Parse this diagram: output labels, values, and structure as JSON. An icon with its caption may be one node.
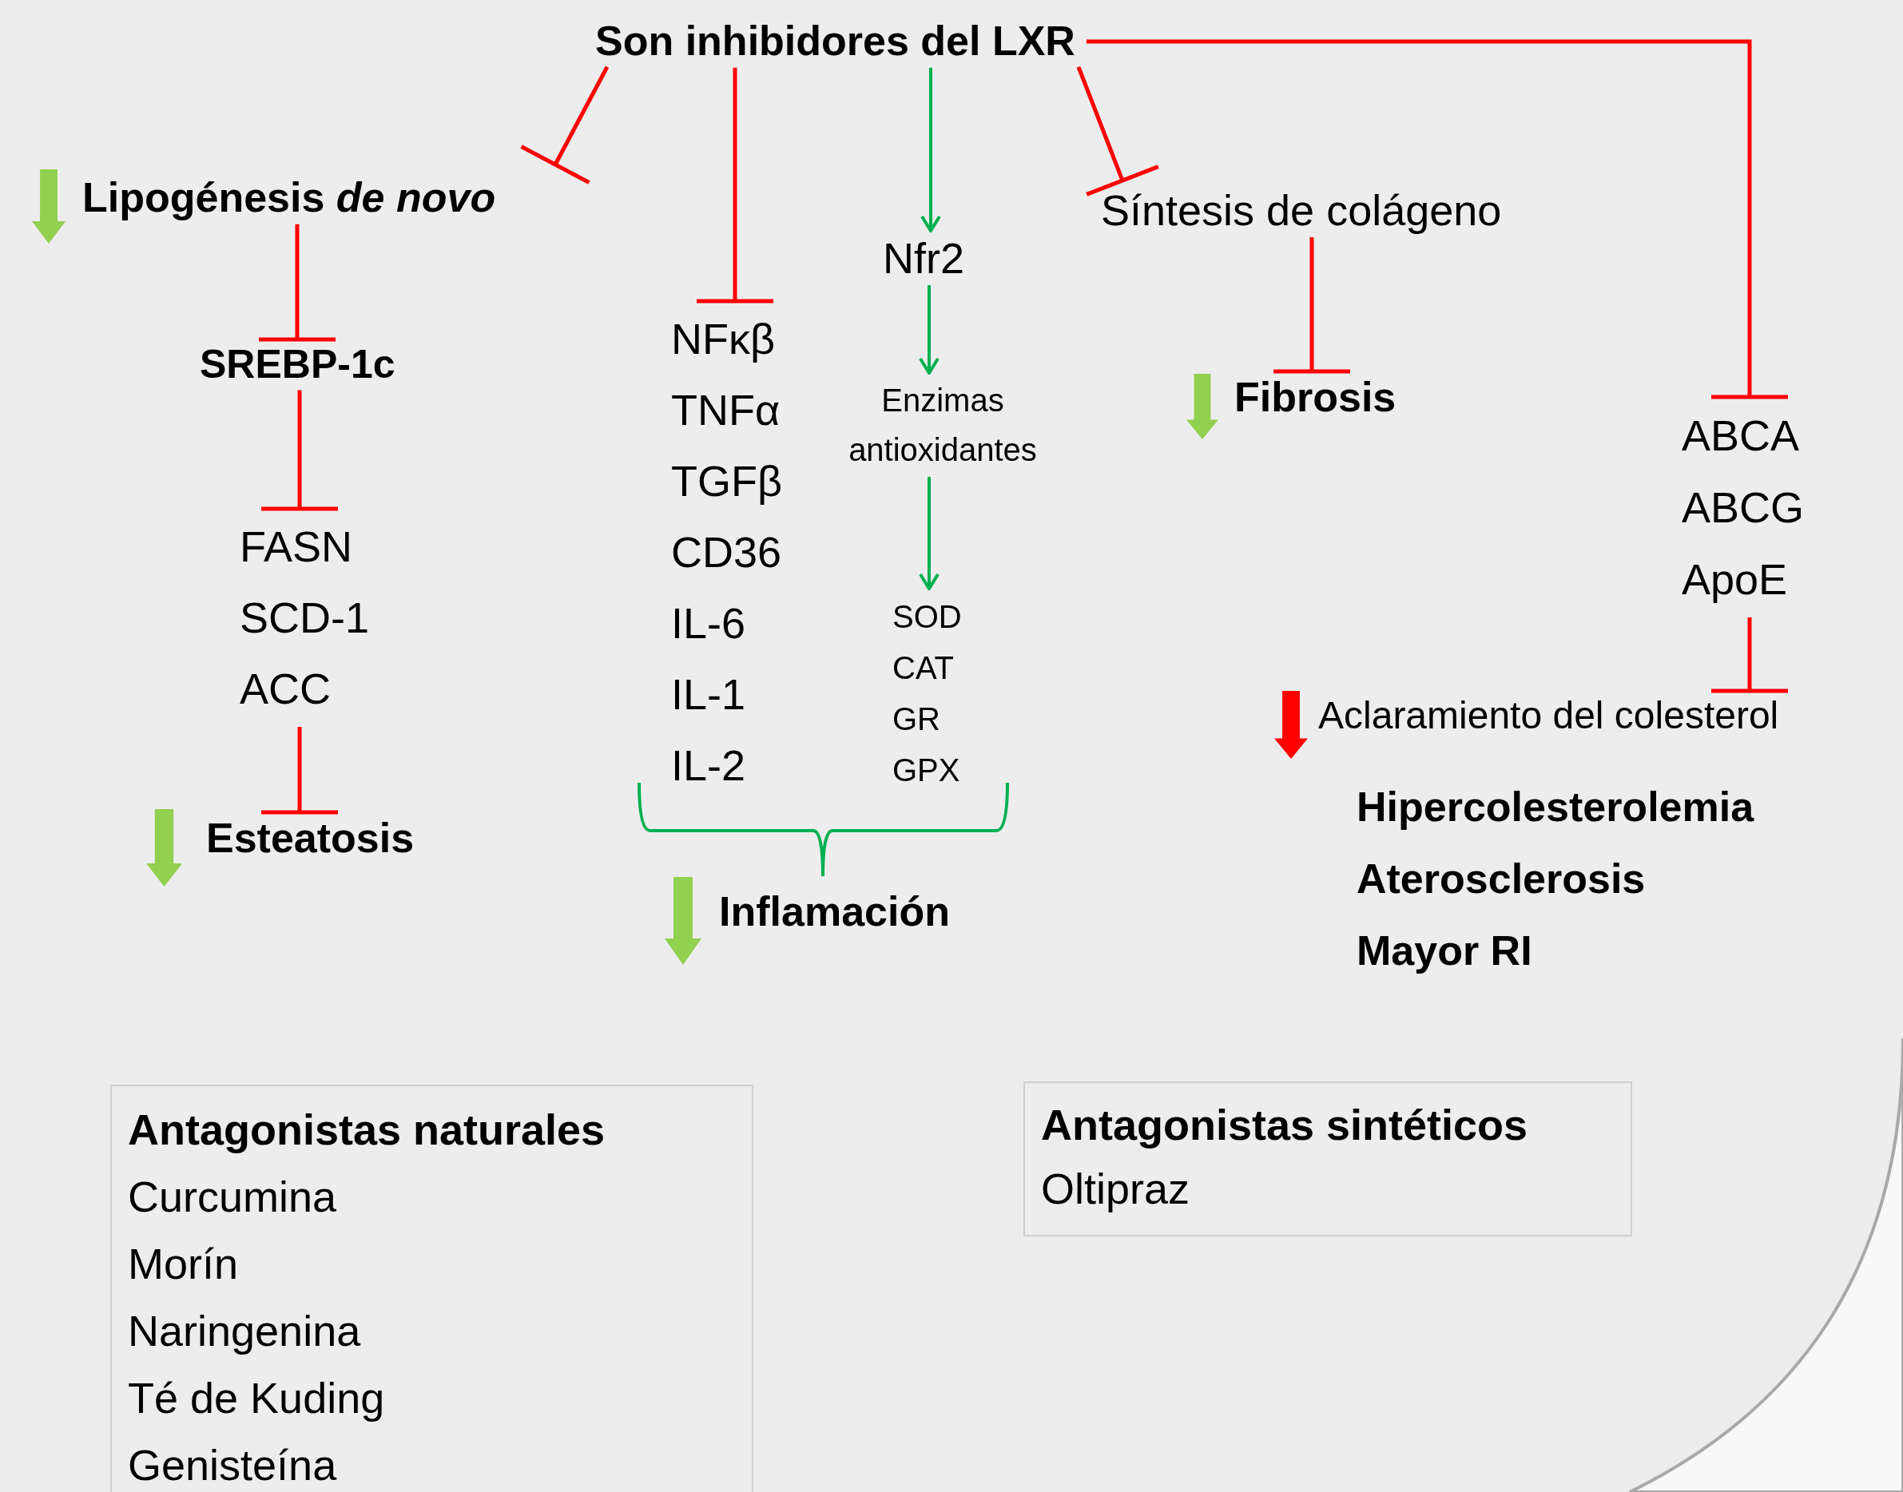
{
  "diagram": {
    "nodes": [
      {
        "text": [
          "Son inhibidores del LXR"
        ]
      },
      {
        "text": [
          "Lipogénesis *de novo*"
        ]
      },
      {
        "text": [
          "SREBP-1c"
        ]
      },
      {
        "text": [
          "FASN",
          "SCD-1",
          "ACC"
        ]
      },
      {
        "text": [
          "Esteatosis"
        ]
      },
      {
        "text": [
          "NFκβ",
          "TNFα",
          "TGFβ",
          "CD36",
          "IL-6",
          "IL-1",
          "IL-2"
        ]
      },
      {
        "text": [
          "Nfr2"
        ]
      },
      {
        "text": [
          "Enzimas antioxidantes"
        ]
      },
      {
        "text": [
          "SOD",
          "CAT",
          "GR",
          "GPX"
        ]
      },
      {
        "text": [
          "Inflamación"
        ]
      },
      {
        "text": [
          "Síntesis de colágeno"
        ]
      },
      {
        "text": [
          "Fibrosis"
        ]
      },
      {
        "text": [
          "ABCA",
          "ABCG",
          "ApoE"
        ]
      },
      {
        "text": [
          "Aclaramiento del colesterol"
        ]
      },
      {
        "text": [
          "Antagonistas naturales",
          "Curcumina",
          "Morín",
          "Naringenina",
          "Té de Kuding",
          "Genisteína"
        ]
      },
      {
        "text": [
          "Antagonistas sintéticos",
          "Oltipraz"
        ]
      }
    ],
    "edges": [
      {
        "from": 0,
        "to": 1,
        "arrow": "other"
      },
      {
        "from": 0,
        "to": 5,
        "arrow": "other"
      },
      {
        "from": 0,
        "to": 6,
        "arrow": "to",
        "color": "#00b050"
      },
      {
        "from": 0,
        "to": 10,
        "arrow": "other"
      },
      {
        "from": 0,
        "to": 12,
        "arrow": "other"
      },
      {
        "from": 1,
        "to": 2,
        "arrow": "other"
      },
      {
        "from": 2,
        "to": 3,
        "arrow": "other"
      },
      {
        "from": 3,
        "to": 4,
        "arrow": "other"
      },
      {
        "from": 6,
        "to": 7,
        "arrow": "to",
        "color": "#00b050"
      },
      {
        "from": 7,
        "to": 8,
        "arrow": "to",
        "color": "#00b050"
      },
      {
        "from": 10,
        "to": 11,
        "arrow": "other"
      },
      {
        "from": 12,
        "to": 13,
        "arrow": "other"
      }
    ],
    "labels": [
      "Hipercolesterolemia",
      "Aterosclerosis",
      "Mayor RI"
    ]
  }
}
